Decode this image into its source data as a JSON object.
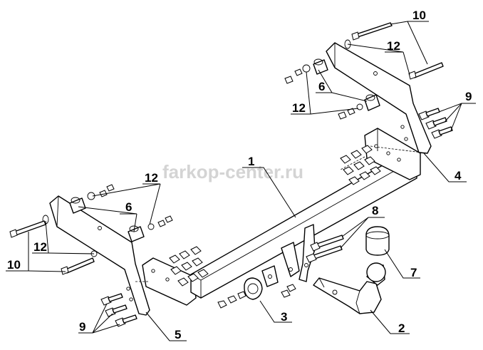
{
  "watermark": "farkop-center.ru",
  "callouts": {
    "c1": "1",
    "c2": "2",
    "c3": "3",
    "c4": "4",
    "c5": "5",
    "c6_right": "6",
    "c6_left": "6",
    "c7": "7",
    "c8": "8",
    "c9_right": "9",
    "c9_left": "9",
    "c10_right": "10",
    "c10_left": "10",
    "c12_right_top": "12",
    "c12_right_mid": "12",
    "c12_left_top": "12",
    "c12_left_mid": "12"
  }
}
